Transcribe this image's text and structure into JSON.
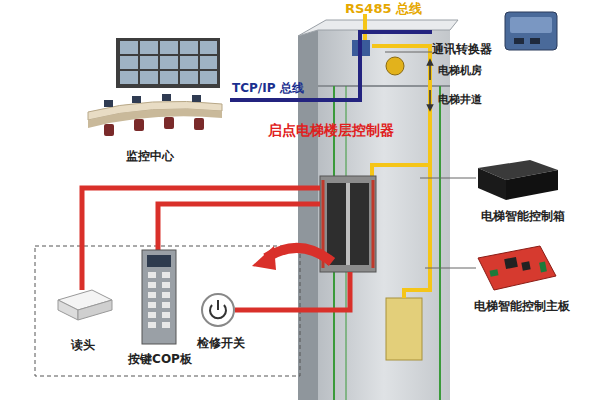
{
  "diagram": {
    "nodes": [
      {
        "text": [
          "监控中心"
        ]
      },
      {
        "text": [
          "通讯转换器"
        ]
      },
      {
        "text": [
          "电梯智能控制箱"
        ]
      },
      {
        "text": [
          "电梯智能控制主板"
        ]
      },
      {
        "text": [
          "读头"
        ]
      },
      {
        "text": [
          "按键COP板"
        ]
      },
      {
        "text": [
          "检修开关"
        ]
      }
    ],
    "edges": [
      {
        "from": 0,
        "to": 1,
        "arrow": "none",
        "label": "TCP/IP 总线"
      }
    ],
    "labels": [
      "RS485 总线",
      "电梯机房",
      "电梯井道",
      "启点电梯楼层控制器"
    ]
  }
}
